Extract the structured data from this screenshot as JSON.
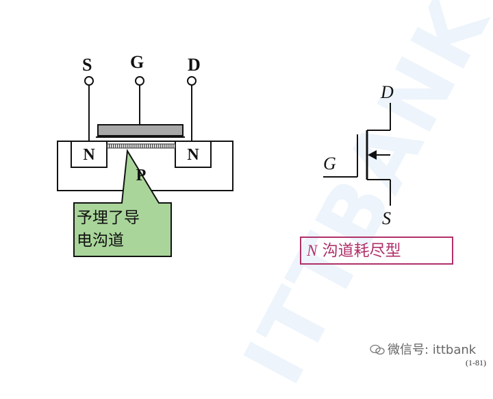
{
  "watermark": "ITTBANK",
  "structure": {
    "terminals": {
      "source": "S",
      "gate": "G",
      "drain": "D"
    },
    "n_region_left": "N",
    "n_region_right": "N",
    "substrate": "P"
  },
  "callout": {
    "line1": "予埋了导",
    "line2": "电沟道"
  },
  "symbol": {
    "drain": "D",
    "gate": "G",
    "source": "S"
  },
  "type_label": {
    "n": "N",
    "text": " 沟道耗尽型"
  },
  "footer": {
    "wechat": "微信号: ittbank",
    "page": "(1-81)"
  },
  "colors": {
    "line": "#111111",
    "gate_metal": "#a8a8a8",
    "callout_fill": "#a9d59a",
    "type_border": "#b0306a",
    "watermark": "#9ec5ee"
  }
}
